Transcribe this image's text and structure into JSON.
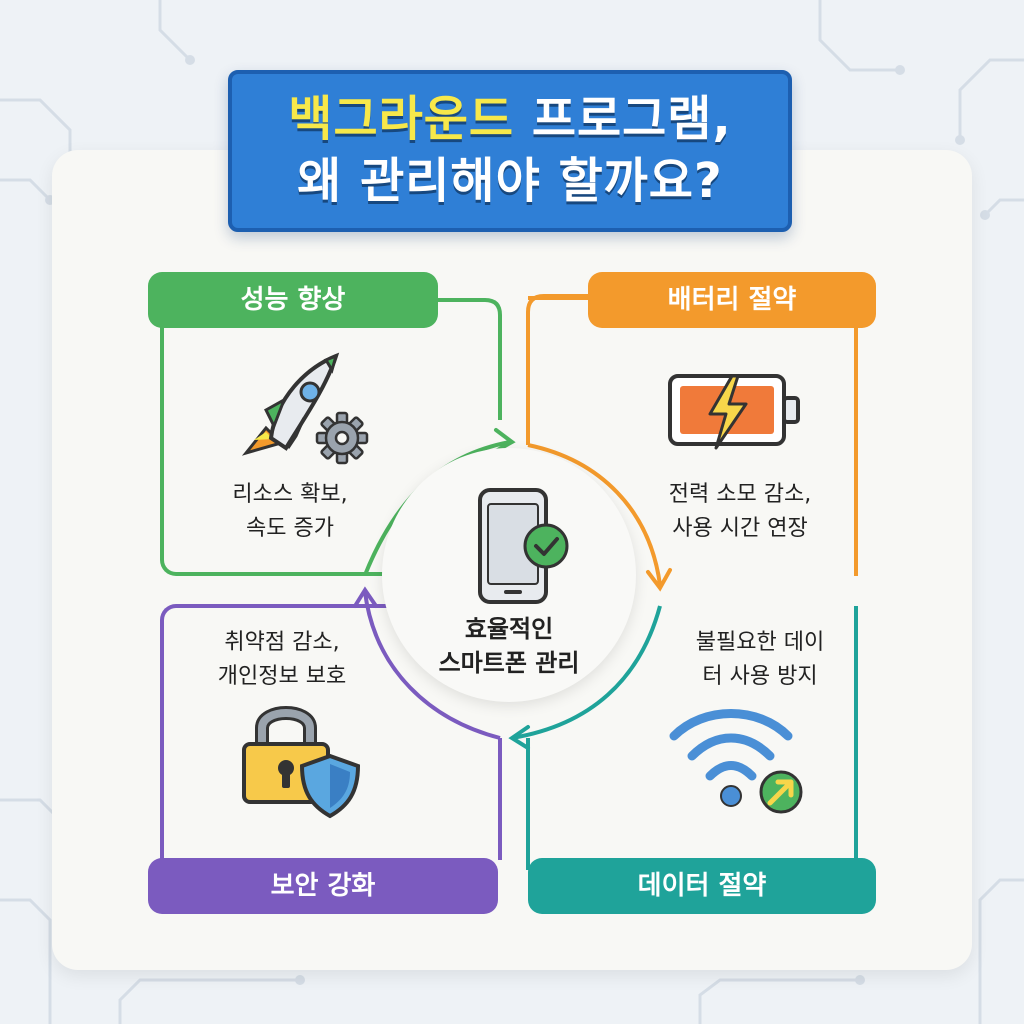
{
  "title": {
    "line1_highlight": "백그라운드",
    "line1_rest": " 프로그램,",
    "line2": "왜 관리해야 할까요?"
  },
  "center": {
    "line1": "효율적인",
    "line2": "스마트폰 관리"
  },
  "sections": {
    "performance": {
      "label": "성능 향상",
      "line1": "리소스 확보,",
      "line2": "속도 증가",
      "color": "#4db35e"
    },
    "battery": {
      "label": "배터리 절약",
      "line1": "전력 소모 감소,",
      "line2": "사용 시간 연장",
      "color": "#f39a2c"
    },
    "security": {
      "label": "보안 강화",
      "line1": "취약점 감소,",
      "line2": "개인정보 보호",
      "color": "#7b5bbf"
    },
    "data": {
      "label": "데이터 절약",
      "line1": "불필요한 데이",
      "line2": "터 사용 방지",
      "color": "#1fa39a"
    }
  },
  "icons": [
    "rocket-icon",
    "gear-icon",
    "battery-icon",
    "lightning-icon",
    "smartphone-icon",
    "check-icon",
    "padlock-icon",
    "shield-icon",
    "wifi-icon",
    "arrow-up-icon"
  ]
}
